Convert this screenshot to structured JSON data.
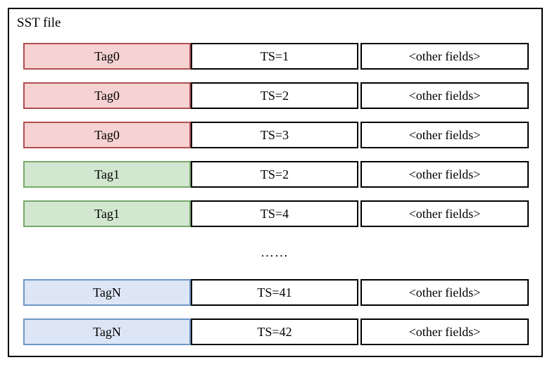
{
  "diagram": {
    "title": "SST file",
    "columns": [
      "tag",
      "timestamp",
      "other"
    ],
    "ellipsis": "……",
    "colors": {
      "tag0_fill": "#f6d2d2",
      "tag0_border": "#b05050",
      "tag1_fill": "#d3e7d0",
      "tag1_border": "#77a86b",
      "tagN_fill": "#dce6f5",
      "tagN_border": "#6f96c8",
      "frame_border": "#000000",
      "cell_border": "#000000"
    },
    "rows": [
      {
        "tag": "Tag0",
        "ts": "TS=1",
        "other": "<other fields>",
        "group": "tag-pink"
      },
      {
        "tag": "Tag0",
        "ts": "TS=2",
        "other": "<other fields>",
        "group": "tag-pink"
      },
      {
        "tag": "Tag0",
        "ts": "TS=3",
        "other": "<other fields>",
        "group": "tag-pink"
      },
      {
        "tag": "Tag1",
        "ts": "TS=2",
        "other": "<other fields>",
        "group": "tag-green"
      },
      {
        "tag": "Tag1",
        "ts": "TS=4",
        "other": "<other fields>",
        "group": "tag-green"
      },
      {
        "tag": "TagN",
        "ts": "TS=41",
        "other": "<other fields>",
        "group": "tag-blue"
      },
      {
        "tag": "TagN",
        "ts": "TS=42",
        "other": "<other fields>",
        "group": "tag-blue"
      }
    ]
  }
}
